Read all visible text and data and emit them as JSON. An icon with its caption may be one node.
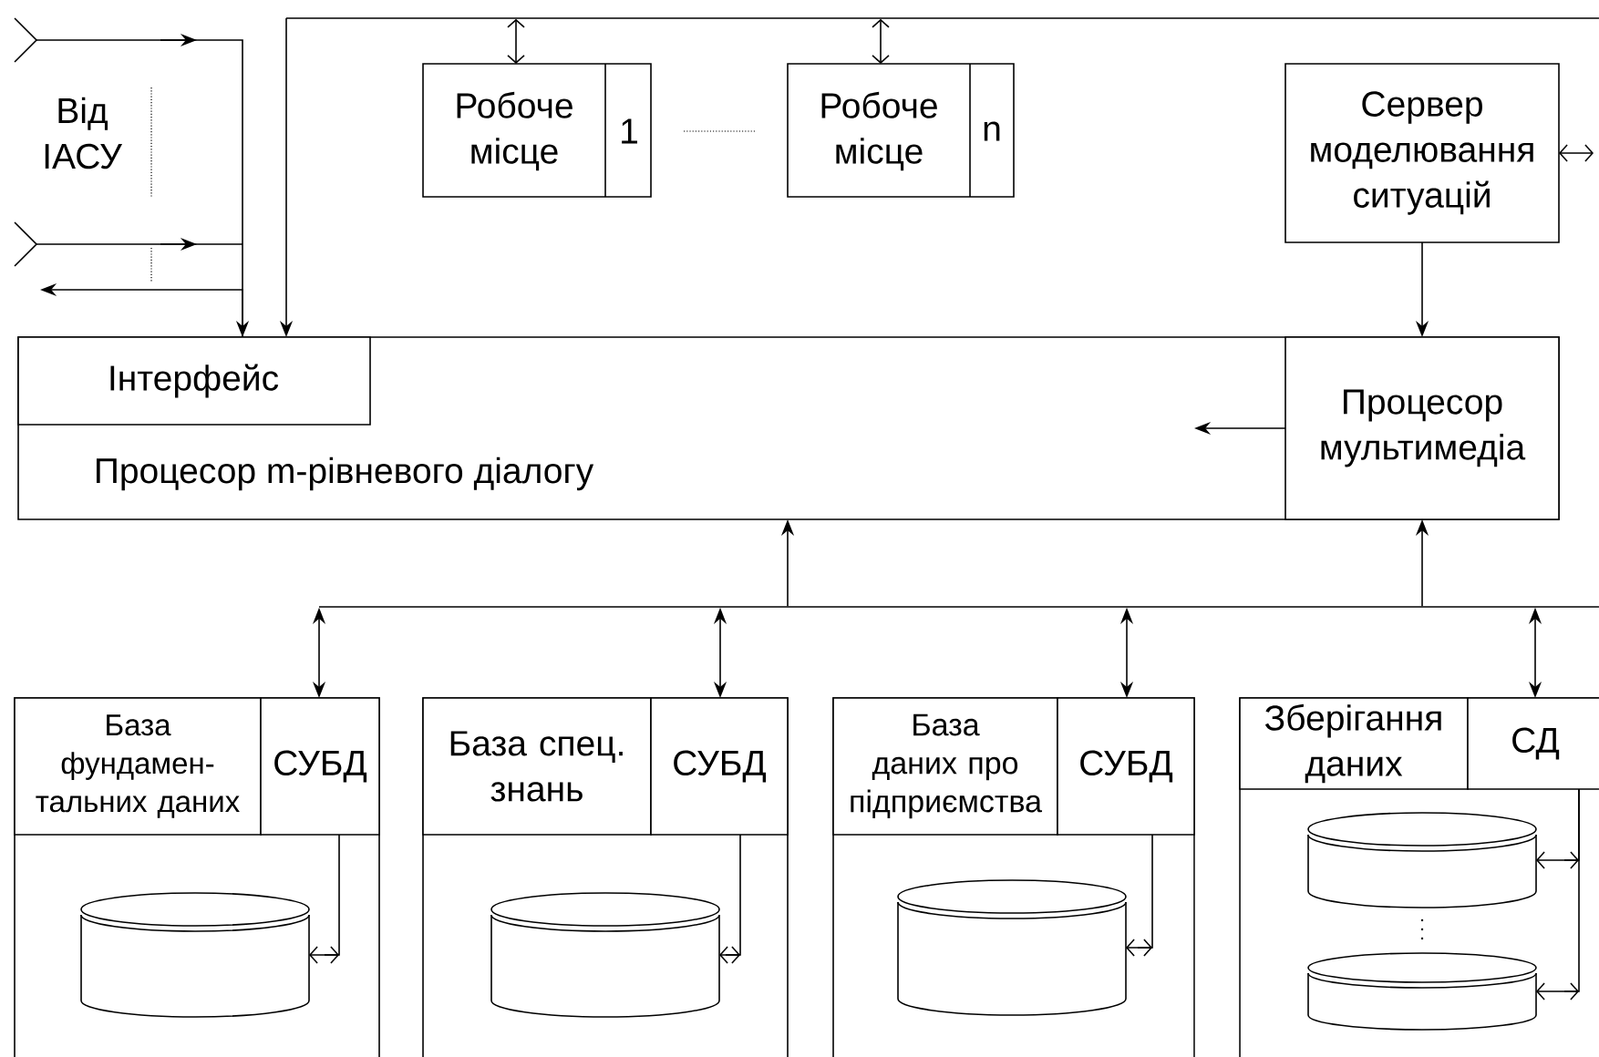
{
  "diagram": {
    "nodes": [
      {
        "text": [
          "Робоче місце",
          "1"
        ]
      },
      {
        "text": [
          "Робоче місце",
          "n"
        ]
      },
      {
        "text": [
          "Сервер моделювання ситуацій"
        ]
      },
      {
        "text": [
          "Процесор m-рівневого діалогу"
        ]
      },
      {
        "text": [
          "Інтерфейс"
        ],
        "in": 3
      },
      {
        "text": [
          "Процесор мультимедіа"
        ],
        "in": 3
      },
      {
        "text": [],
        "shape": "box"
      },
      {
        "text": [
          "База фундамен- тальних даних"
        ],
        "in": 6
      },
      {
        "text": [
          "СУБД"
        ],
        "in": 6
      },
      {
        "text": [],
        "shape": "cylinder",
        "in": 6
      },
      {
        "text": [],
        "shape": "box"
      },
      {
        "text": [
          "База спец. знань"
        ],
        "in": 10
      },
      {
        "text": [
          "СУБД"
        ],
        "in": 10
      },
      {
        "text": [],
        "shape": "cylinder",
        "in": 10
      },
      {
        "text": [],
        "shape": "box"
      },
      {
        "text": [
          "База даних про підприємства"
        ],
        "in": 14
      },
      {
        "text": [
          "СУБД"
        ],
        "in": 14
      },
      {
        "text": [],
        "shape": "cylinder",
        "in": 14
      },
      {
        "text": [],
        "shape": "box"
      },
      {
        "text": [
          "Зберігання даних"
        ],
        "in": 18
      },
      {
        "text": [
          "СД"
        ],
        "in": 18
      },
      {
        "text": [],
        "shape": "cylinder",
        "in": 18
      },
      {
        "text": [],
        "shape": "cylinder",
        "in": 18
      },
      {
        "text": [],
        "shape": "bar"
      },
      {
        "text": [],
        "shape": "bar"
      }
    ],
    "edges": [
      {
        "from": 0,
        "to": 23,
        "arrow": "both"
      },
      {
        "from": 1,
        "to": 23,
        "arrow": "both"
      },
      {
        "from": 23,
        "to": 4,
        "arrow": "to"
      },
      {
        "from": 2,
        "to": null,
        "arrow": "both"
      },
      {
        "from": 2,
        "to": 5,
        "arrow": "to"
      },
      {
        "from": 5,
        "to": null,
        "arrow": "to"
      },
      {
        "from": null,
        "to": 4,
        "arrow": "to"
      },
      {
        "from": null,
        "to": 4,
        "arrow": "to"
      },
      {
        "from": 4,
        "to": null,
        "arrow": "to"
      },
      {
        "from": 8,
        "to": 24,
        "arrow": "both"
      },
      {
        "from": 12,
        "to": 24,
        "arrow": "both"
      },
      {
        "from": 16,
        "to": 24,
        "arrow": "both"
      },
      {
        "from": 20,
        "to": 24,
        "arrow": "both"
      },
      {
        "from": 24,
        "to": 3,
        "arrow": "to"
      },
      {
        "from": 24,
        "to": 5,
        "arrow": "to"
      },
      {
        "from": 8,
        "to": 9,
        "arrow": "to"
      },
      {
        "from": 12,
        "to": 13,
        "arrow": "to"
      },
      {
        "from": 16,
        "to": 17,
        "arrow": "to"
      },
      {
        "from": 20,
        "to": 21,
        "arrow": "to"
      },
      {
        "from": 20,
        "to": 22,
        "arrow": "to"
      }
    ],
    "labels": [
      "Від ІАСУ"
    ]
  }
}
